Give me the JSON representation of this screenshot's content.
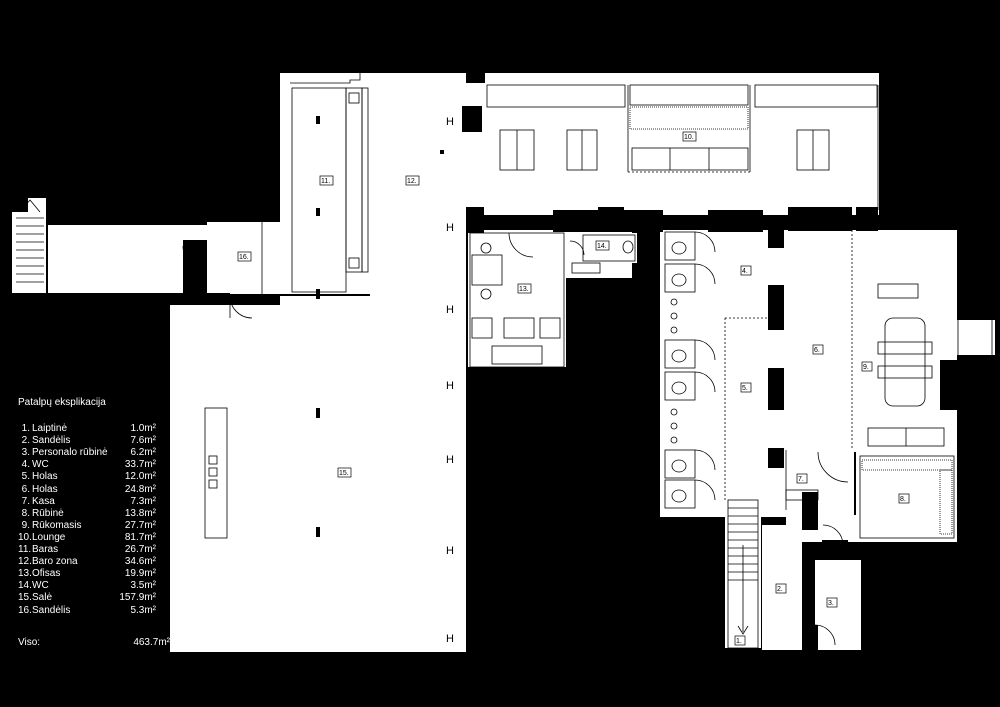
{
  "legend": {
    "title": "Patalpų eksplikacija",
    "rooms": [
      {
        "num": "1.",
        "name": "Laiptinė",
        "area": "1.0m²"
      },
      {
        "num": "2.",
        "name": "Sandėlis",
        "area": "7.6m²"
      },
      {
        "num": "3.",
        "name": "Personalo rūbinė",
        "area": "6.2m²"
      },
      {
        "num": "4.",
        "name": "WC",
        "area": "33.7m²"
      },
      {
        "num": "5.",
        "name": "Holas",
        "area": "12.0m²"
      },
      {
        "num": "6.",
        "name": "Holas",
        "area": "24.8m²"
      },
      {
        "num": "7.",
        "name": "Kasa",
        "area": "7.3m²"
      },
      {
        "num": "8.",
        "name": "Rūbinė",
        "area": "13.8m²"
      },
      {
        "num": "9.",
        "name": "Rūkomasis",
        "area": "27.7m²"
      },
      {
        "num": "10.",
        "name": "Lounge",
        "area": "81.7m²"
      },
      {
        "num": "11.",
        "name": "Baras",
        "area": "26.7m²"
      },
      {
        "num": "12.",
        "name": "Baro zona",
        "area": "34.6m²"
      },
      {
        "num": "13.",
        "name": "Ofisas",
        "area": "19.9m²"
      },
      {
        "num": "14.",
        "name": "WC",
        "area": "3.5m²"
      },
      {
        "num": "15.",
        "name": "Salė",
        "area": "157.9m²"
      },
      {
        "num": "16.",
        "name": "Sandėlis",
        "area": "5.3m²"
      }
    ],
    "total_label": "Viso:",
    "total_area": "463.7m²"
  },
  "plan_labels": {
    "r1": "1.",
    "r2": "2.",
    "r3": "3.",
    "r4": "4.",
    "r5": "5.",
    "r6": "6.",
    "r7": "7.",
    "r8": "8.",
    "r9": "9.",
    "r10": "10.",
    "r11": "11.",
    "r12": "12.",
    "r13": "13.",
    "r14": "14.",
    "r15": "15.",
    "r16": "16."
  },
  "colors": {
    "background": "#000000",
    "floor": "#ffffff",
    "wall": "#000000"
  }
}
